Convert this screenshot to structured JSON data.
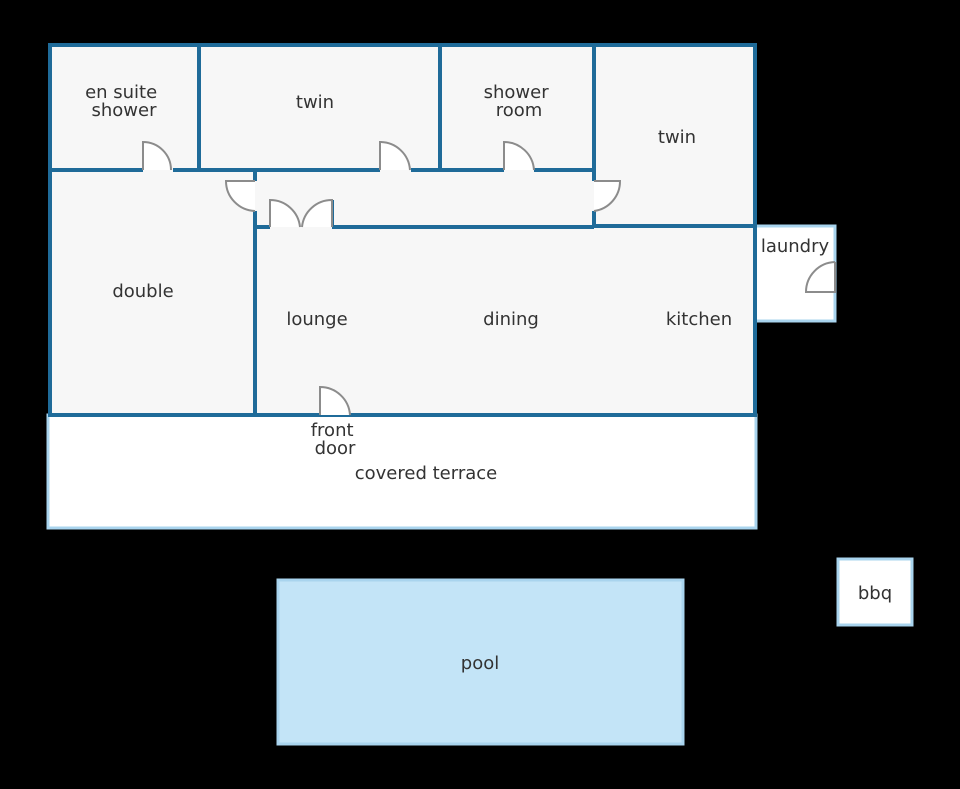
{
  "rooms": {
    "en_suite_shower": [
      "en suite",
      "shower"
    ],
    "twin_1": "twin",
    "shower_room": [
      "shower",
      "room"
    ],
    "twin_2": "twin",
    "double": "double",
    "lounge": "lounge",
    "dining": "dining",
    "kitchen": "kitchen",
    "laundry": "laundry",
    "front_door": [
      "front",
      "door"
    ],
    "covered_terrace": "covered terrace",
    "pool": "pool",
    "bbq": "bbq"
  },
  "colors": {
    "background": "#000000",
    "wall": "#1f6b99",
    "room_fill": "#f7f7f7",
    "outdoor_fill": "#ffffff",
    "outdoor_border": "#a9d4ee",
    "pool_fill": "#c3e4f7",
    "door": "#8c8c8c"
  }
}
